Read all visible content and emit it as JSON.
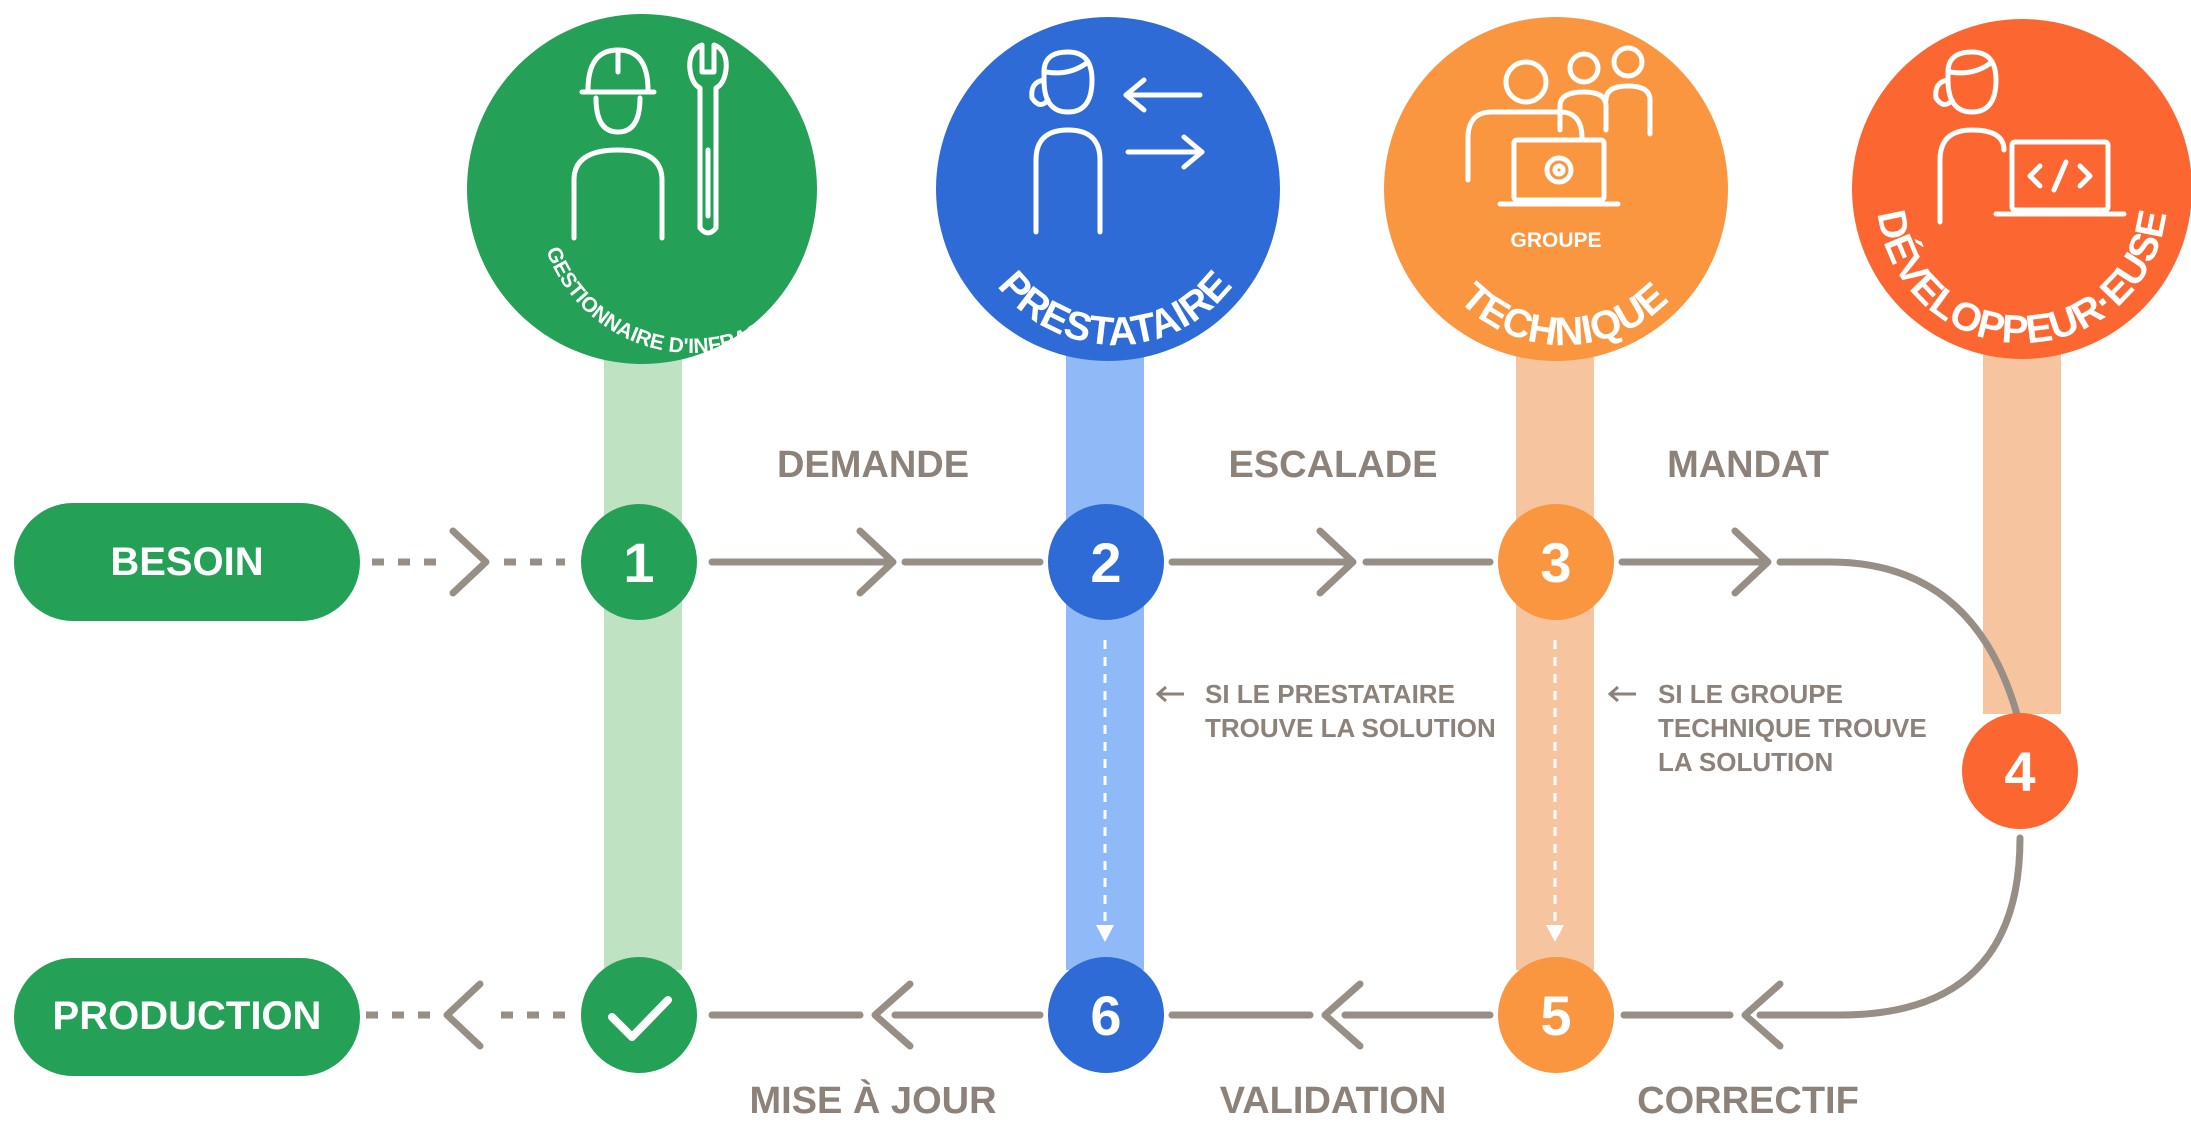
{
  "actors": [
    {
      "id": "infra",
      "label_line1": "",
      "label": "GESTIONNAIRE D'INFRASTRUCTURE",
      "icon": "worker-wrench-icon",
      "color": "#24a057",
      "lane_color": "#bfe2c3"
    },
    {
      "id": "presta",
      "label_line1": "",
      "label": "PRESTATAIRE",
      "icon": "person-exchange-icon",
      "color": "#2e6bd6",
      "lane_color": "#8fb9f7"
    },
    {
      "id": "groupe",
      "label_line1": "GROUPE",
      "label": "TECHNIQUE",
      "icon": "group-laptop-gear-icon",
      "color": "#fa9540",
      "lane_color": "#f7c4a0"
    },
    {
      "id": "dev",
      "label_line1": "",
      "label": "DÉVELOPPEUR·EUSE",
      "icon": "developer-code-icon",
      "color": "#fb6631",
      "lane_color": "#f7c4a0"
    }
  ],
  "terminals": {
    "start": "BESOIN",
    "end": "PRODUCTION",
    "color": "#24a057"
  },
  "steps": {
    "s1": "1",
    "s2": "2",
    "s3": "3",
    "s4": "4",
    "s5": "5",
    "s6": "6",
    "done_icon": "check-icon"
  },
  "flow_labels": {
    "demande": "DEMANDE",
    "escalade": "ESCALADE",
    "mandat": "MANDAT",
    "mise_a_jour": "MISE À JOUR",
    "validation": "VALIDATION",
    "correctif": "CORRECTIF"
  },
  "shortcut_notes": {
    "presta": [
      "SI LE PRESTATAIRE",
      "TROUVE LA SOLUTION"
    ],
    "groupe": [
      "SI LE GROUPE",
      "TECHNIQUE TROUVE",
      "LA SOLUTION"
    ]
  },
  "colors": {
    "connector": "#978e85",
    "label_text": "#8c827a",
    "white": "#ffffff"
  }
}
